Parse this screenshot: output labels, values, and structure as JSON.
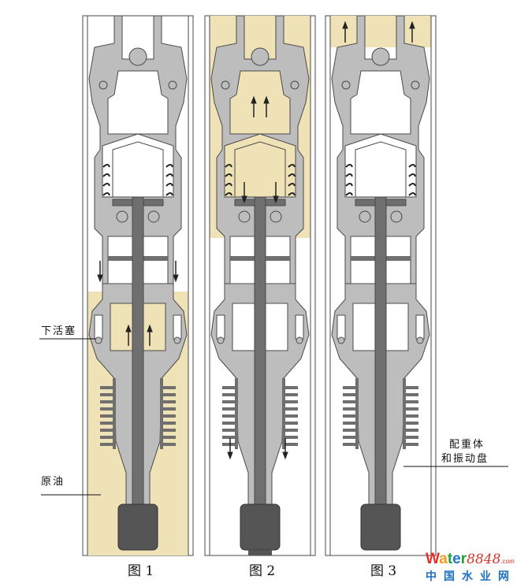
{
  "figures": [
    {
      "caption": "图 1",
      "oil_region": "lower"
    },
    {
      "caption": "图 2",
      "oil_region": "upper"
    },
    {
      "caption": "图 3",
      "oil_region": "top"
    }
  ],
  "labels": {
    "lower_piston": "下活塞",
    "crude_oil": "原油",
    "counterweight_line1": "配重体",
    "counterweight_line2": "和振动盘"
  },
  "watermark": {
    "w": "W",
    "a": "a",
    "t": "t",
    "e": "e",
    "r": "r",
    "num": "8848",
    "com": ".com",
    "cn": "中国水业网"
  },
  "colors": {
    "oil": "#efe2b6",
    "metal": "#bdbdbd",
    "rod": "#6f6f6f",
    "outline": "#4a4a4a"
  }
}
